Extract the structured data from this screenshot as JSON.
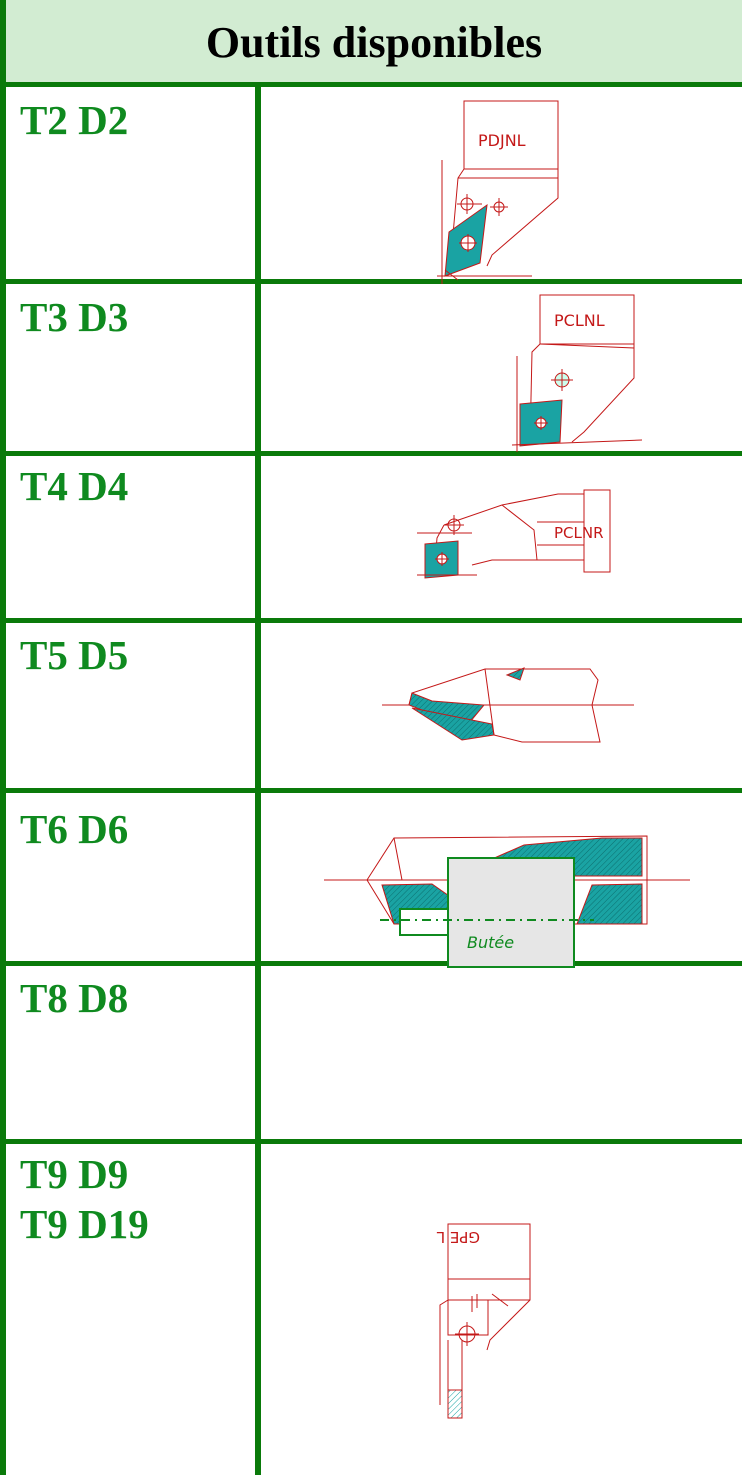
{
  "title": "Outils disponibles",
  "rows": [
    {
      "labels": [
        "T2 D2"
      ],
      "tool_code": "PDJNL"
    },
    {
      "labels": [
        "T3 D3"
      ],
      "tool_code": "PCLNL"
    },
    {
      "labels": [
        "T4 D4"
      ],
      "tool_code": "PCLNR"
    },
    {
      "labels": [
        "T5 D5"
      ]
    },
    {
      "labels": [
        "T6 D6"
      ]
    },
    {
      "labels": [
        "T8 D8"
      ],
      "tool_code": "Butée"
    },
    {
      "labels": [
        "T9 D9",
        "T9 D19"
      ],
      "tool_code": "GPE L"
    }
  ],
  "colors": {
    "frame": "#0a7a0a",
    "label": "#0f8a1f",
    "header_bg": "#d2ecd2",
    "drawing_line": "#c41818",
    "insert_fill": "#1aa3a3"
  }
}
